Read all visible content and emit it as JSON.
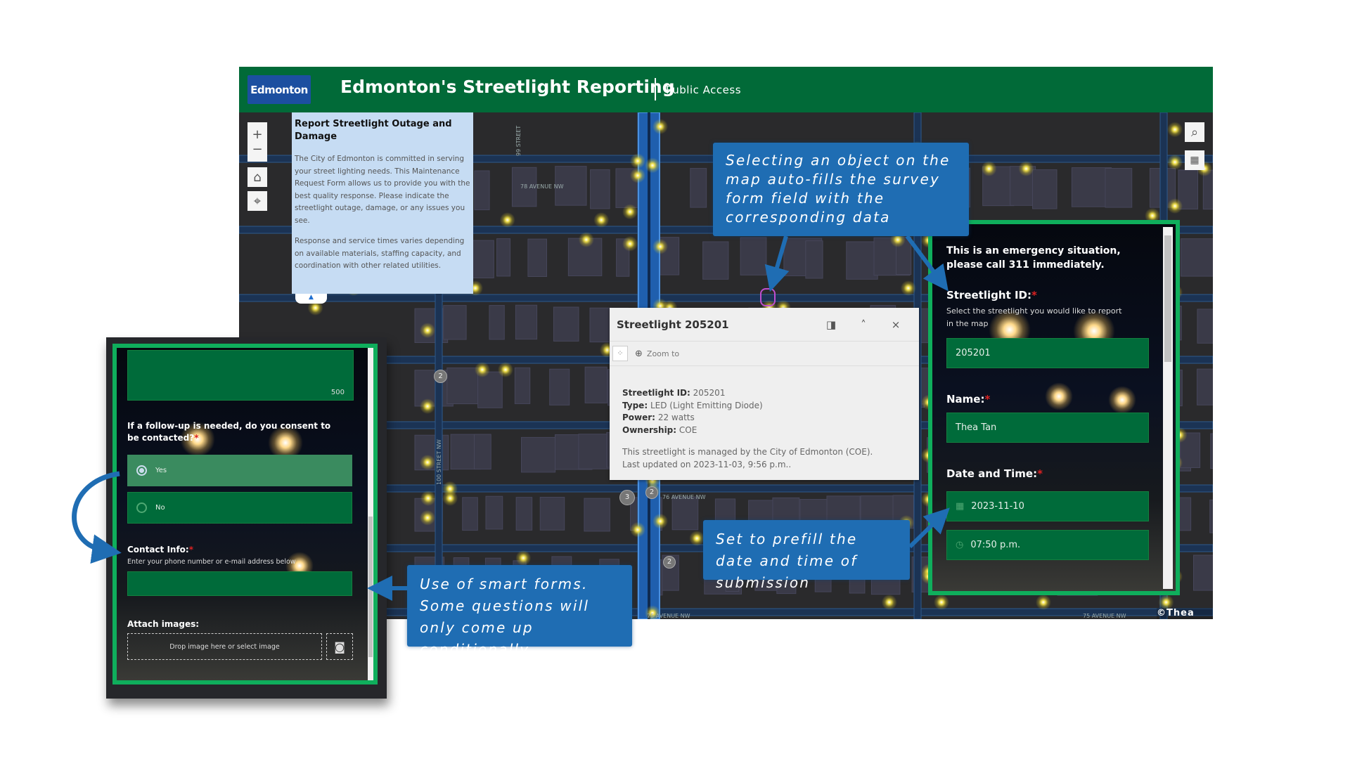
{
  "header": {
    "logo_text": "Edmonton",
    "title": "Edmonton's Streetlight Reporting",
    "subtitle": "Public Access",
    "color": "#016a38"
  },
  "map": {
    "controls": {
      "zoom_in": "+",
      "zoom_out": "−",
      "home": "⌂",
      "locate": "⌖"
    },
    "tools": {
      "search": "⌕",
      "qr": "▦"
    },
    "street_labels": {
      "s99": "99 STREET",
      "ave78": "78 AVENUE NW",
      "s100": "100 STREET NW",
      "ave76": "76 AVENUE NW",
      "ave75a": "75 AVENUE NW",
      "ave75b": "75 AVENUE NW"
    },
    "clusters": [
      "2",
      "3",
      "2",
      "2"
    ],
    "copyright": "©Thea Tan"
  },
  "info_panel": {
    "title": "Report Streetlight Outage and Damage",
    "para1": "The City of Edmonton is committed in serving your street lighting needs. This Maintenance Request Form allows us to provide you with the best quality response. Please indicate the streetlight outage, damage, or any issues you see.",
    "para2": "Response and service times varies depending on available materials, staffing capacity, and coordination with other related utilities.",
    "collapse": "▲"
  },
  "popup": {
    "title": "Streetlight 205201",
    "dock": "◨",
    "collapse": "˄",
    "close": "×",
    "zoom_to": "Zoom to",
    "fields": [
      {
        "label": "Streetlight ID:",
        "value": "205201"
      },
      {
        "label": "Type:",
        "value": "LED (Light Emitting Diode)"
      },
      {
        "label": "Power:",
        "value": "22 watts"
      },
      {
        "label": "Ownership:",
        "value": "COE"
      }
    ],
    "note1": "This streetlight is managed by the City of Edmonton (COE).",
    "note2": "Last updated on 2023-11-03, 9:56 p.m.."
  },
  "right_form": {
    "emergency": "This is an emergency situation, please call 311 immediately.",
    "id_label": "Streetlight ID:",
    "id_hint": "Select the streetlight you would like to report in the map",
    "id_value": "205201",
    "name_label": "Name:",
    "name_value": "Thea Tan",
    "date_label": "Date and Time:",
    "date_value": "2023-11-10",
    "time_value": "07:50 p.m.",
    "required": "*"
  },
  "left_form": {
    "char_count": "500",
    "question": "If a follow-up is needed, do you consent to be contacted?",
    "options": [
      {
        "label": "Yes",
        "selected": true
      },
      {
        "label": "No",
        "selected": false
      }
    ],
    "contact_label": "Contact Info:",
    "contact_hint": "Enter your phone number or e-mail address below",
    "attach_label": "Attach images:",
    "drop_text": "Drop image here or select image",
    "required": "*"
  },
  "callouts": {
    "c1": "Selecting an object on the map auto-fills the survey form field with the corresponding data",
    "c2": "Set to prefill the date and time of submission",
    "c3": "Use of smart forms. Some questions will only come up conditionally"
  },
  "colors": {
    "accent_blue": "#1f6db3",
    "form_border": "#0fae5c",
    "field_green": "#006b3a"
  }
}
